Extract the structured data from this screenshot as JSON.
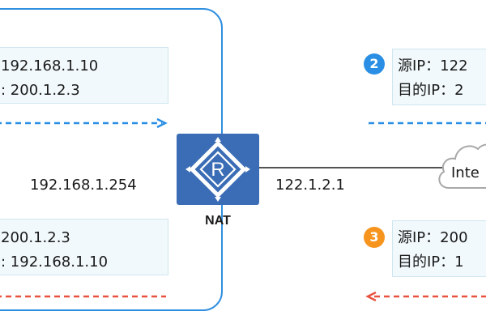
{
  "lan_packet_outbound": {
    "src_line": "192.168.1.10",
    "dst_line": ": 200.1.2.3"
  },
  "lan_packet_inbound": {
    "src_line": "200.1.2.3",
    "dst_line": ": 192.168.1.10"
  },
  "wan_packet_outbound": {
    "step": "2",
    "src_line": "源IP：122",
    "dst_line": "目的IP：2"
  },
  "wan_packet_inbound": {
    "step": "3",
    "src_line": "源IP：200",
    "dst_line": "目的IP：1"
  },
  "interfaces": {
    "inside_ip": "192.168.1.254",
    "outside_ip": "122.1.2.1"
  },
  "router": {
    "label": "NAT",
    "icon": "router-icon",
    "glyph": "R"
  },
  "internet": {
    "label": "Inte",
    "icon": "cloud-icon"
  },
  "colors": {
    "lan_border": "#2f8fe0",
    "outbound_arrow": "#2a8fe4",
    "inbound_arrow": "#e8533f",
    "router_fill": "#3a6db5",
    "box_fill": "#f2f9fc",
    "badge_blue": "#2a8fe4",
    "badge_orange": "#f7941d"
  }
}
